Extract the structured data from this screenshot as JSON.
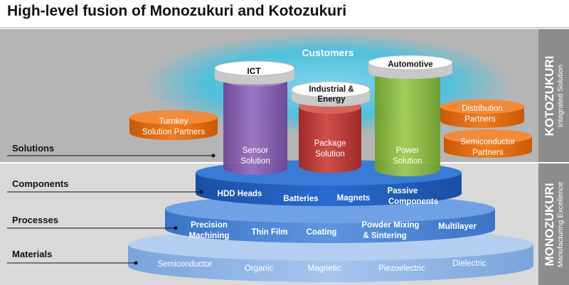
{
  "title": "High-level fusion of Monozukuri and Kotozukuri",
  "customers": {
    "label": "Customers",
    "segments": [
      "ICT",
      "Industrial &",
      "Energy",
      "Automotive"
    ]
  },
  "partners": {
    "left": [
      "Turnkey",
      "Solution Partners"
    ],
    "right_top": [
      "Distribution",
      "Partners"
    ],
    "right_bottom": [
      "Semiconductor",
      "Partners"
    ]
  },
  "solutions": [
    {
      "line1": "Sensor",
      "line2": "Solution",
      "color": "#8e62b0"
    },
    {
      "line1": "Package",
      "line2": "Solution",
      "color": "#c2403d"
    },
    {
      "line1": "Power",
      "line2": "Solution",
      "color": "#8fbf3f"
    }
  ],
  "layers": {
    "solutions": "Solutions",
    "components": "Components",
    "processes": "Processes",
    "materials": "Materials"
  },
  "components": [
    "HDD Heads",
    "Batteries",
    "Magnets",
    "Passive",
    "Components"
  ],
  "processes": [
    "Precision",
    "Machining",
    "Thin Film",
    "Coating",
    "Powder Mixing",
    "& Sintering",
    "Multilayer"
  ],
  "materials": [
    "Semiconductor",
    "Organic",
    "Magnetic",
    "Piezoelectric",
    "Dielectric"
  ],
  "side_labels": {
    "kotozukuri": "KOTOZUKURI",
    "kotozukuri_sub": "Integrated Solution",
    "monozukuri": "MONOZUKURI",
    "monozukuri_sub": "Manufacturing Excellence"
  },
  "colors": {
    "kotozukuri_bg": "#b5b5b5",
    "monozukuri_bg": "#d9d9d9",
    "side_band": "#8c8c8c",
    "cloud": "#4fc0dd",
    "partner_orange": "#e36c0a",
    "components_tier": "#1f5fbf",
    "processes_tier": "#4a86da",
    "materials_tier": "#8db4e8"
  }
}
